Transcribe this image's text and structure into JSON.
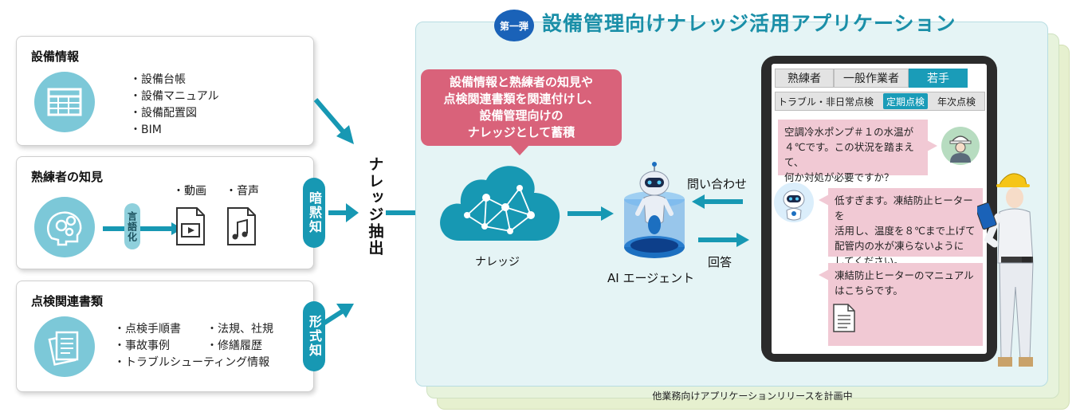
{
  "cards": {
    "equipment_info": {
      "title": "設備情報",
      "items": [
        "・設備台帳",
        "・設備マニュアル",
        "・設備配置図",
        "・BIM"
      ]
    },
    "expert_knowledge": {
      "title": "熟練者の知見",
      "verbalize_label": "言語化",
      "media_labels": [
        "・動画",
        "・音声"
      ],
      "tacit_label": "暗黙知"
    },
    "inspection_docs": {
      "title": "点検関連書類",
      "items_col1": [
        "・点検手順書",
        "・事故事例",
        "・トラブルシューティング情報"
      ],
      "items_col2": [
        "・法規、社規",
        "・修繕履歴"
      ],
      "explicit_label": "形式知"
    }
  },
  "center": {
    "extract_label": "ナレッジ抽出"
  },
  "panel": {
    "badge": "第一弾",
    "title": "設備管理向けナレッジ活用アプリケーション",
    "speech_lines": [
      "設備情報と熟練者の知見や",
      "点検関連書類を関連付けし、",
      "設備管理向けの",
      "ナレッジとして蓄積"
    ],
    "knowledge_label": "ナレッジ",
    "agent_label": "AI エージェント",
    "inquiry_label": "問い合わせ",
    "answer_label": "回答",
    "footer_note": "他業務向けアプリケーションリリースを計画中"
  },
  "tablet": {
    "tabs": [
      "熟練者",
      "一般作業者",
      "若手"
    ],
    "active_tab": "若手",
    "subtabs": [
      "トラブル・非日常点検",
      "定期点検",
      "年次点検"
    ],
    "active_subtab": "定期点検",
    "user_message": [
      "空調冷水ポンプ＃１の水温が",
      "４℃です。この状況を踏まえて、",
      "何か対処が必要ですか？"
    ],
    "ai_message": [
      "低すぎます。凍結防止ヒーターを",
      "活用し、温度を８℃まで上げて",
      "配管内の水が凍らないように",
      "してください。"
    ],
    "ai_message2": [
      "凍結防止ヒーターのマニュアル",
      "はこちらです。"
    ]
  },
  "colors": {
    "teal": "#1798b3",
    "light_teal": "#7cc8d8",
    "pink_box": "#d9627a",
    "chat_pink": "#f1c9d4",
    "badge_blue": "#1a62b8"
  }
}
